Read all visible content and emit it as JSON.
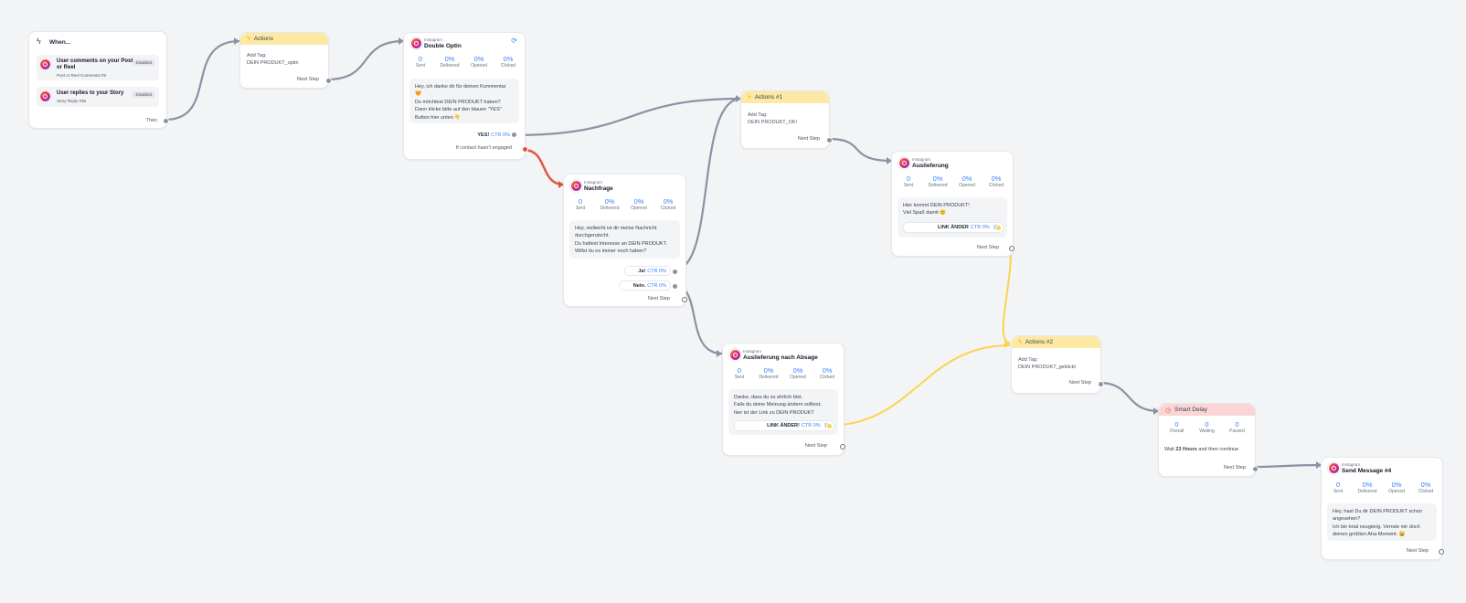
{
  "trigger": {
    "title": "When...",
    "items": [
      {
        "title": "User comments on your Post or Reel",
        "subtitle": "Post or Reel Comments #9",
        "badge": "Disabled"
      },
      {
        "title": "User replies to your Story",
        "subtitle": "Story Reply #35",
        "badge": "Disabled"
      }
    ],
    "then_label": "Then"
  },
  "actions": {
    "title": "Actions",
    "line1": "Add Tag:",
    "line2": "DEIN PRODUKT_optin",
    "next": "Next Step"
  },
  "double_optin": {
    "platform": "Instagram",
    "title": "Double Optin",
    "stats": [
      {
        "value": "0",
        "label": "Sent"
      },
      {
        "value": "0%",
        "label": "Delivered"
      },
      {
        "value": "0%",
        "label": "Opened"
      },
      {
        "value": "0%",
        "label": "Clicked"
      }
    ],
    "message": [
      "Hey, ich danke dir für deinen Kommentar",
      "🧡",
      "Du möchtest DEIN PRODUKT haben?",
      "Dann klicke bitte auf den blauen \"YES\"",
      "Button hier unten 👇"
    ],
    "button_label": "YES!",
    "button_ctr": "CTR 0%",
    "not_engaged": "If contact hasn't engaged"
  },
  "actions1": {
    "title": "Actions #1",
    "line1": "Add Tag:",
    "line2": "DEIN PRODUKT_OK!",
    "next": "Next Step"
  },
  "nachfrage": {
    "platform": "Instagram",
    "title": "Nachfrage",
    "stats": [
      {
        "value": "0",
        "label": "Sent"
      },
      {
        "value": "0%",
        "label": "Delivered"
      },
      {
        "value": "0%",
        "label": "Opened"
      },
      {
        "value": "0%",
        "label": "Clicked"
      }
    ],
    "message": [
      "Hey, vielleicht ist dir meine Nachricht",
      "durchgerutscht.",
      "Du hattest Interesse an DEIN PRODUKT.",
      "Willst du es immer noch haben?"
    ],
    "buttons": [
      {
        "label": "Ja!",
        "ctr": "CTR 0%"
      },
      {
        "label": "Nein.",
        "ctr": "CTR 0%"
      }
    ],
    "next": "Next Step"
  },
  "auslieferung": {
    "platform": "Instagram",
    "title": "Auslieferung",
    "stats": [
      {
        "value": "0",
        "label": "Sent"
      },
      {
        "value": "0%",
        "label": "Delivered"
      },
      {
        "value": "0%",
        "label": "Opened"
      },
      {
        "value": "0%",
        "label": "Clicked"
      }
    ],
    "message": [
      "Hier kommt DEIN PRODUKT!",
      "Viel Spaß damit 😊"
    ],
    "button_label": "LINK ÄNDER",
    "button_ctr": "CTR 0%",
    "next": "Next Step"
  },
  "auslieferung_absage": {
    "platform": "Instagram",
    "title": "Auslieferung nach Absage",
    "stats": [
      {
        "value": "0",
        "label": "Sent"
      },
      {
        "value": "0%",
        "label": "Delivered"
      },
      {
        "value": "0%",
        "label": "Opened"
      },
      {
        "value": "0%",
        "label": "Clicked"
      }
    ],
    "message": [
      "Danke, dass du so ehrlich bist.",
      "Falls du deine Meinung ändern solltest,",
      "hier ist der Link zu DEIN PRODUKT"
    ],
    "button_label": "LINK ÄNDER!",
    "button_ctr": "CTR 0%",
    "next": "Next Step"
  },
  "actions2": {
    "title": "Actions #2",
    "line1": "Add Tag:",
    "line2": "DEIN PRODUKT_geklickt",
    "next": "Next Step"
  },
  "smart_delay": {
    "title": "Smart Delay",
    "stats": [
      {
        "value": "0",
        "label": "Overall"
      },
      {
        "value": "0",
        "label": "Waiting"
      },
      {
        "value": "0",
        "label": "Passed"
      }
    ],
    "wait_prefix": "Wait",
    "wait_bold": "23 Hours",
    "wait_suffix": "and then continue",
    "next": "Next Step"
  },
  "send_message": {
    "platform": "Instagram",
    "title": "Send Message #4",
    "stats": [
      {
        "value": "0",
        "label": "Sent"
      },
      {
        "value": "0%",
        "label": "Delivered"
      },
      {
        "value": "0%",
        "label": "Opened"
      },
      {
        "value": "0%",
        "label": "Clicked"
      }
    ],
    "message": [
      "Hey, hast Du dir DEIN PRODUKT schon",
      "angesehen?",
      "Ich bin total neugierig. Verrate mir doch",
      "deinen größten Aha-Moment. 😀"
    ],
    "next": "Next Step"
  },
  "colors": {
    "canvas": "#f3f4f6",
    "wire": "#8a93a3",
    "wire_red": "#e0553d",
    "wire_yellow": "#fcd34d",
    "accent": "#3b82f6"
  }
}
